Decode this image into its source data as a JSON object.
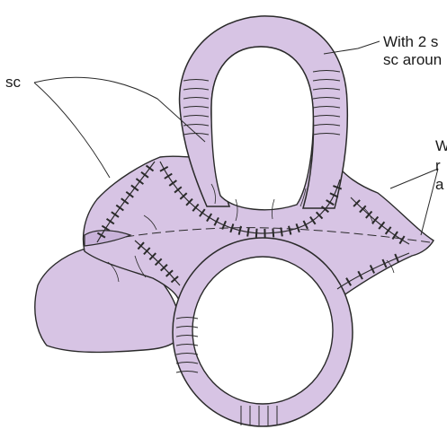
{
  "colors": {
    "fabric": "#d7c4e4",
    "fabric_dark": "#c9b3da",
    "outline": "#2a2a2a",
    "background": "#ffffff"
  },
  "labels": {
    "sc_left": "sc",
    "top_right_line1": "With 2 s",
    "top_right_line2": "sc aroun",
    "right_line1": "W",
    "right_line2": "r",
    "right_line3": "a"
  }
}
